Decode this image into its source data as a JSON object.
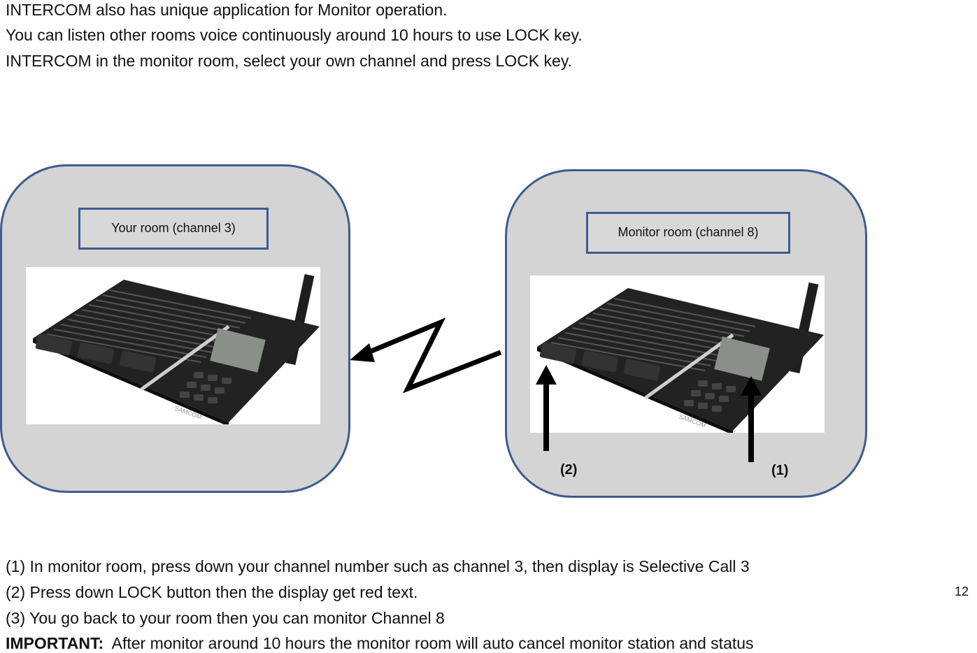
{
  "intro": [
    "INTERCOM also has unique application for Monitor operation.",
    "You can listen other rooms voice continuously around 10 hours to use LOCK key.",
    "INTERCOM in the monitor room, select your own channel and press LOCK key."
  ],
  "left_panel": {
    "label": "Your room (channel 3)"
  },
  "right_panel": {
    "label": "Monitor room (channel 8)",
    "marker_2": "(2)",
    "marker_1": "(1)"
  },
  "device": {
    "brand": "SAMCOM",
    "icon": "intercom-base-unit"
  },
  "steps": [
    "(1) In monitor room, press down your channel number such as channel 3, then display is Selective Call 3",
    "(2) Press down LOCK button then the display get red text.",
    "(3)  You go back to your room then you can monitor Channel 8"
  ],
  "important": {
    "label": "IMPORTANT:",
    "text": "  After monitor around 10 hours the monitor room will auto cancel monitor station and status"
  },
  "page_number": "12",
  "colors": {
    "panel_border": "#3d5c8f",
    "panel_fill": "#d4d4d4",
    "device_body": "#1e1e1e"
  }
}
